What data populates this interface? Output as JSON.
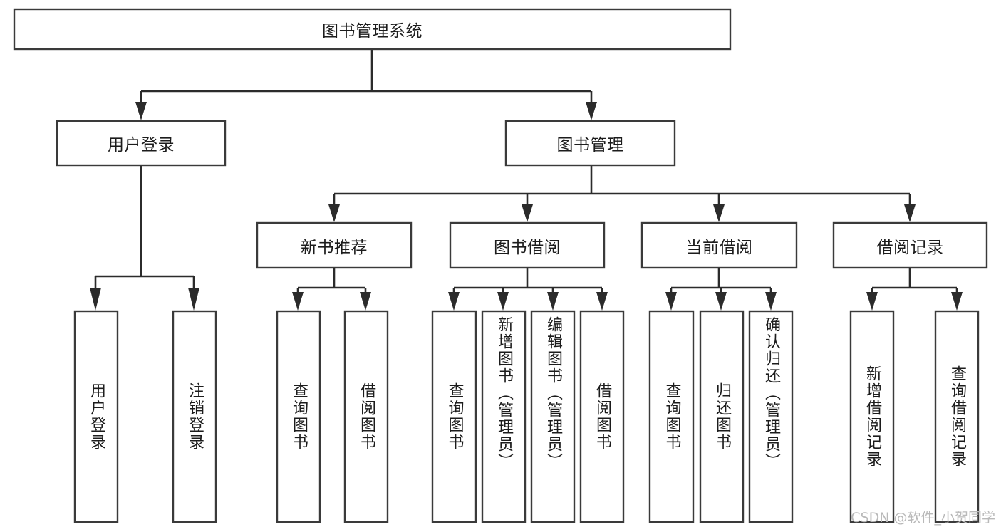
{
  "diagram": {
    "type": "tree-hierarchy-chart",
    "title": "图书管理系统",
    "watermark": "CSDN @软件_小贺同学",
    "colors": {
      "box_stroke": "#3a3a3a",
      "box_fill": "#ffffff",
      "connector": "#2b2b2b",
      "label": "#1c1c1c",
      "watermark": "#b9b9b9",
      "background": "#ffffff"
    },
    "levels": {
      "root": {
        "label": "图书管理系统"
      },
      "level2": [
        {
          "id": "user-login",
          "label": "用户登录"
        },
        {
          "id": "book-management",
          "label": "图书管理"
        }
      ],
      "level3": [
        {
          "id": "new-book-recommend",
          "label": "新书推荐",
          "parent": "book-management"
        },
        {
          "id": "book-borrow",
          "label": "图书借阅",
          "parent": "book-management"
        },
        {
          "id": "current-borrow",
          "label": "当前借阅",
          "parent": "book-management"
        },
        {
          "id": "borrow-record",
          "label": "借阅记录",
          "parent": "book-management"
        }
      ],
      "leaves": [
        {
          "id": "leaf-user-login",
          "label": "用户登录",
          "parent": "user-login"
        },
        {
          "id": "leaf-logout-login",
          "label": "注销登录",
          "parent": "user-login"
        },
        {
          "id": "leaf-query-book-1",
          "label": "查询图书",
          "parent": "new-book-recommend"
        },
        {
          "id": "leaf-borrow-book-1",
          "label": "借阅图书",
          "parent": "new-book-recommend"
        },
        {
          "id": "leaf-query-book-2",
          "label": "查询图书",
          "parent": "book-borrow"
        },
        {
          "id": "leaf-add-book",
          "label": "新增图书（管理员）",
          "parent": "book-borrow"
        },
        {
          "id": "leaf-edit-book",
          "label": "编辑图书（管理员）",
          "parent": "book-borrow"
        },
        {
          "id": "leaf-borrow-book-2",
          "label": "借阅图书",
          "parent": "book-borrow"
        },
        {
          "id": "leaf-query-book-3",
          "label": "查询图书",
          "parent": "current-borrow"
        },
        {
          "id": "leaf-return-book",
          "label": "归还图书",
          "parent": "current-borrow"
        },
        {
          "id": "leaf-confirm-return",
          "label": "确认归还（管理员）",
          "parent": "current-borrow"
        },
        {
          "id": "leaf-add-borrow-record",
          "label": "新增借阅记录",
          "parent": "borrow-record"
        },
        {
          "id": "leaf-query-borrow-record",
          "label": "查询借阅记录",
          "parent": "borrow-record"
        }
      ]
    }
  }
}
